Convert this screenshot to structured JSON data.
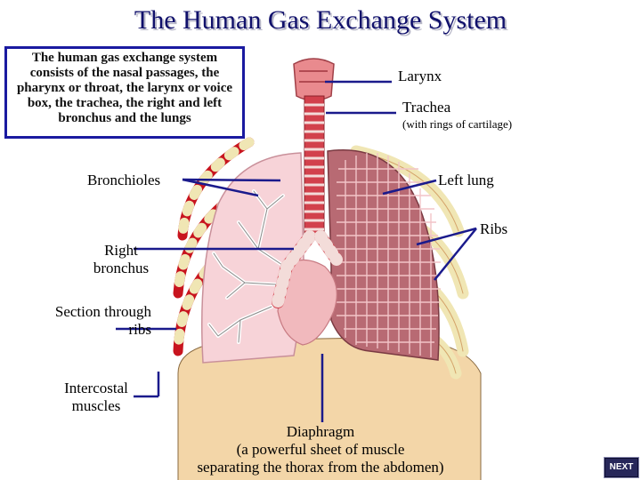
{
  "title": "The Human Gas Exchange System",
  "intro": "The human gas exchange system consists of the nasal passages, the pharynx or throat, the larynx or voice box, the trachea, the right and left bronchus and the lungs",
  "labels": {
    "larynx": "Larynx",
    "trachea": "Trachea",
    "trachea_note": "(with rings of cartilage)",
    "bronchioles": "Bronchioles",
    "left_lung": "Left lung",
    "ribs": "Ribs",
    "right_bronchus_1": "Right",
    "right_bronchus_2": "bronchus",
    "section_1": "Section through",
    "section_2": "ribs",
    "intercostal_1": "Intercostal",
    "intercostal_2": "muscles",
    "diaphragm_1": "Diaphragm",
    "diaphragm_2": "(a powerful sheet of muscle",
    "diaphragm_3": "separating the thorax from the abdomen)"
  },
  "next_button": "NEXT",
  "colors": {
    "title": "#10106b",
    "intro_border": "#1a1aa0",
    "pointer": "#1a1a8c",
    "rib_red": "#c8141e",
    "rib_cream": "#f0e6b4",
    "lung_pink": "#f7d3d8",
    "alveoli": "#b86a73",
    "diaphragm": "#f3d6a8"
  }
}
